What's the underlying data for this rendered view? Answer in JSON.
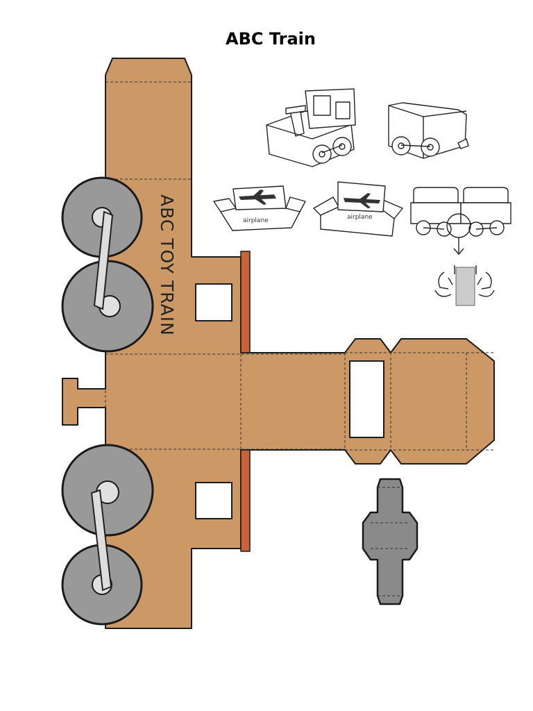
{
  "title": "ABC Train",
  "train": {
    "side_label": "ABC TOY TRAIN"
  },
  "diagrams": {
    "box_label_1": "airplane",
    "box_label_2": "airplane"
  },
  "colors": {
    "cardboard": "#cc9966",
    "wheel": "#999999",
    "rail": "#c8643a",
    "outline": "#1a1a1a"
  }
}
